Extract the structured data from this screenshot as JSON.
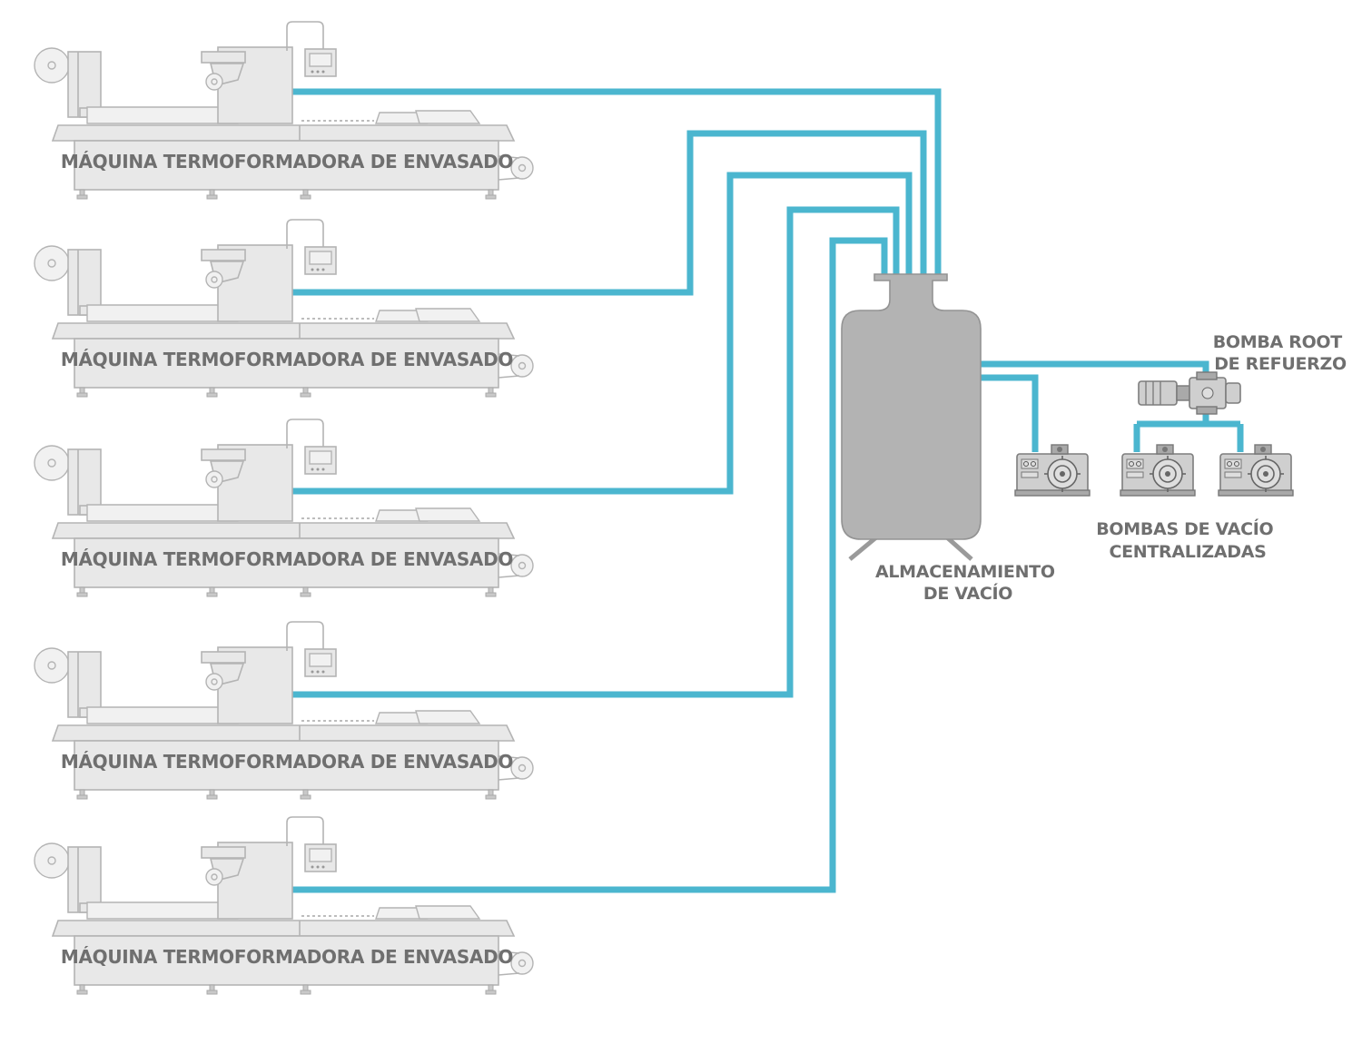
{
  "machine_label": "MÁQUINA TERMOFORMADORA DE ENVASADO",
  "tank_label": [
    "ALMACENAMIENTO",
    "DE VACÍO"
  ],
  "pumps_label": [
    "BOMBAS DE VACÍO",
    "CENTRALIZADAS"
  ],
  "root_label": [
    "BOMBA ROOT",
    "DE REFUERZO"
  ],
  "colors": {
    "pipe": "#4bb6cf",
    "machine_fill": "#e8e8e8",
    "machine_stroke": "#b4b4b4",
    "tank": "#b3b3b3",
    "label": "#6f6f6f"
  },
  "machine_count": 5
}
